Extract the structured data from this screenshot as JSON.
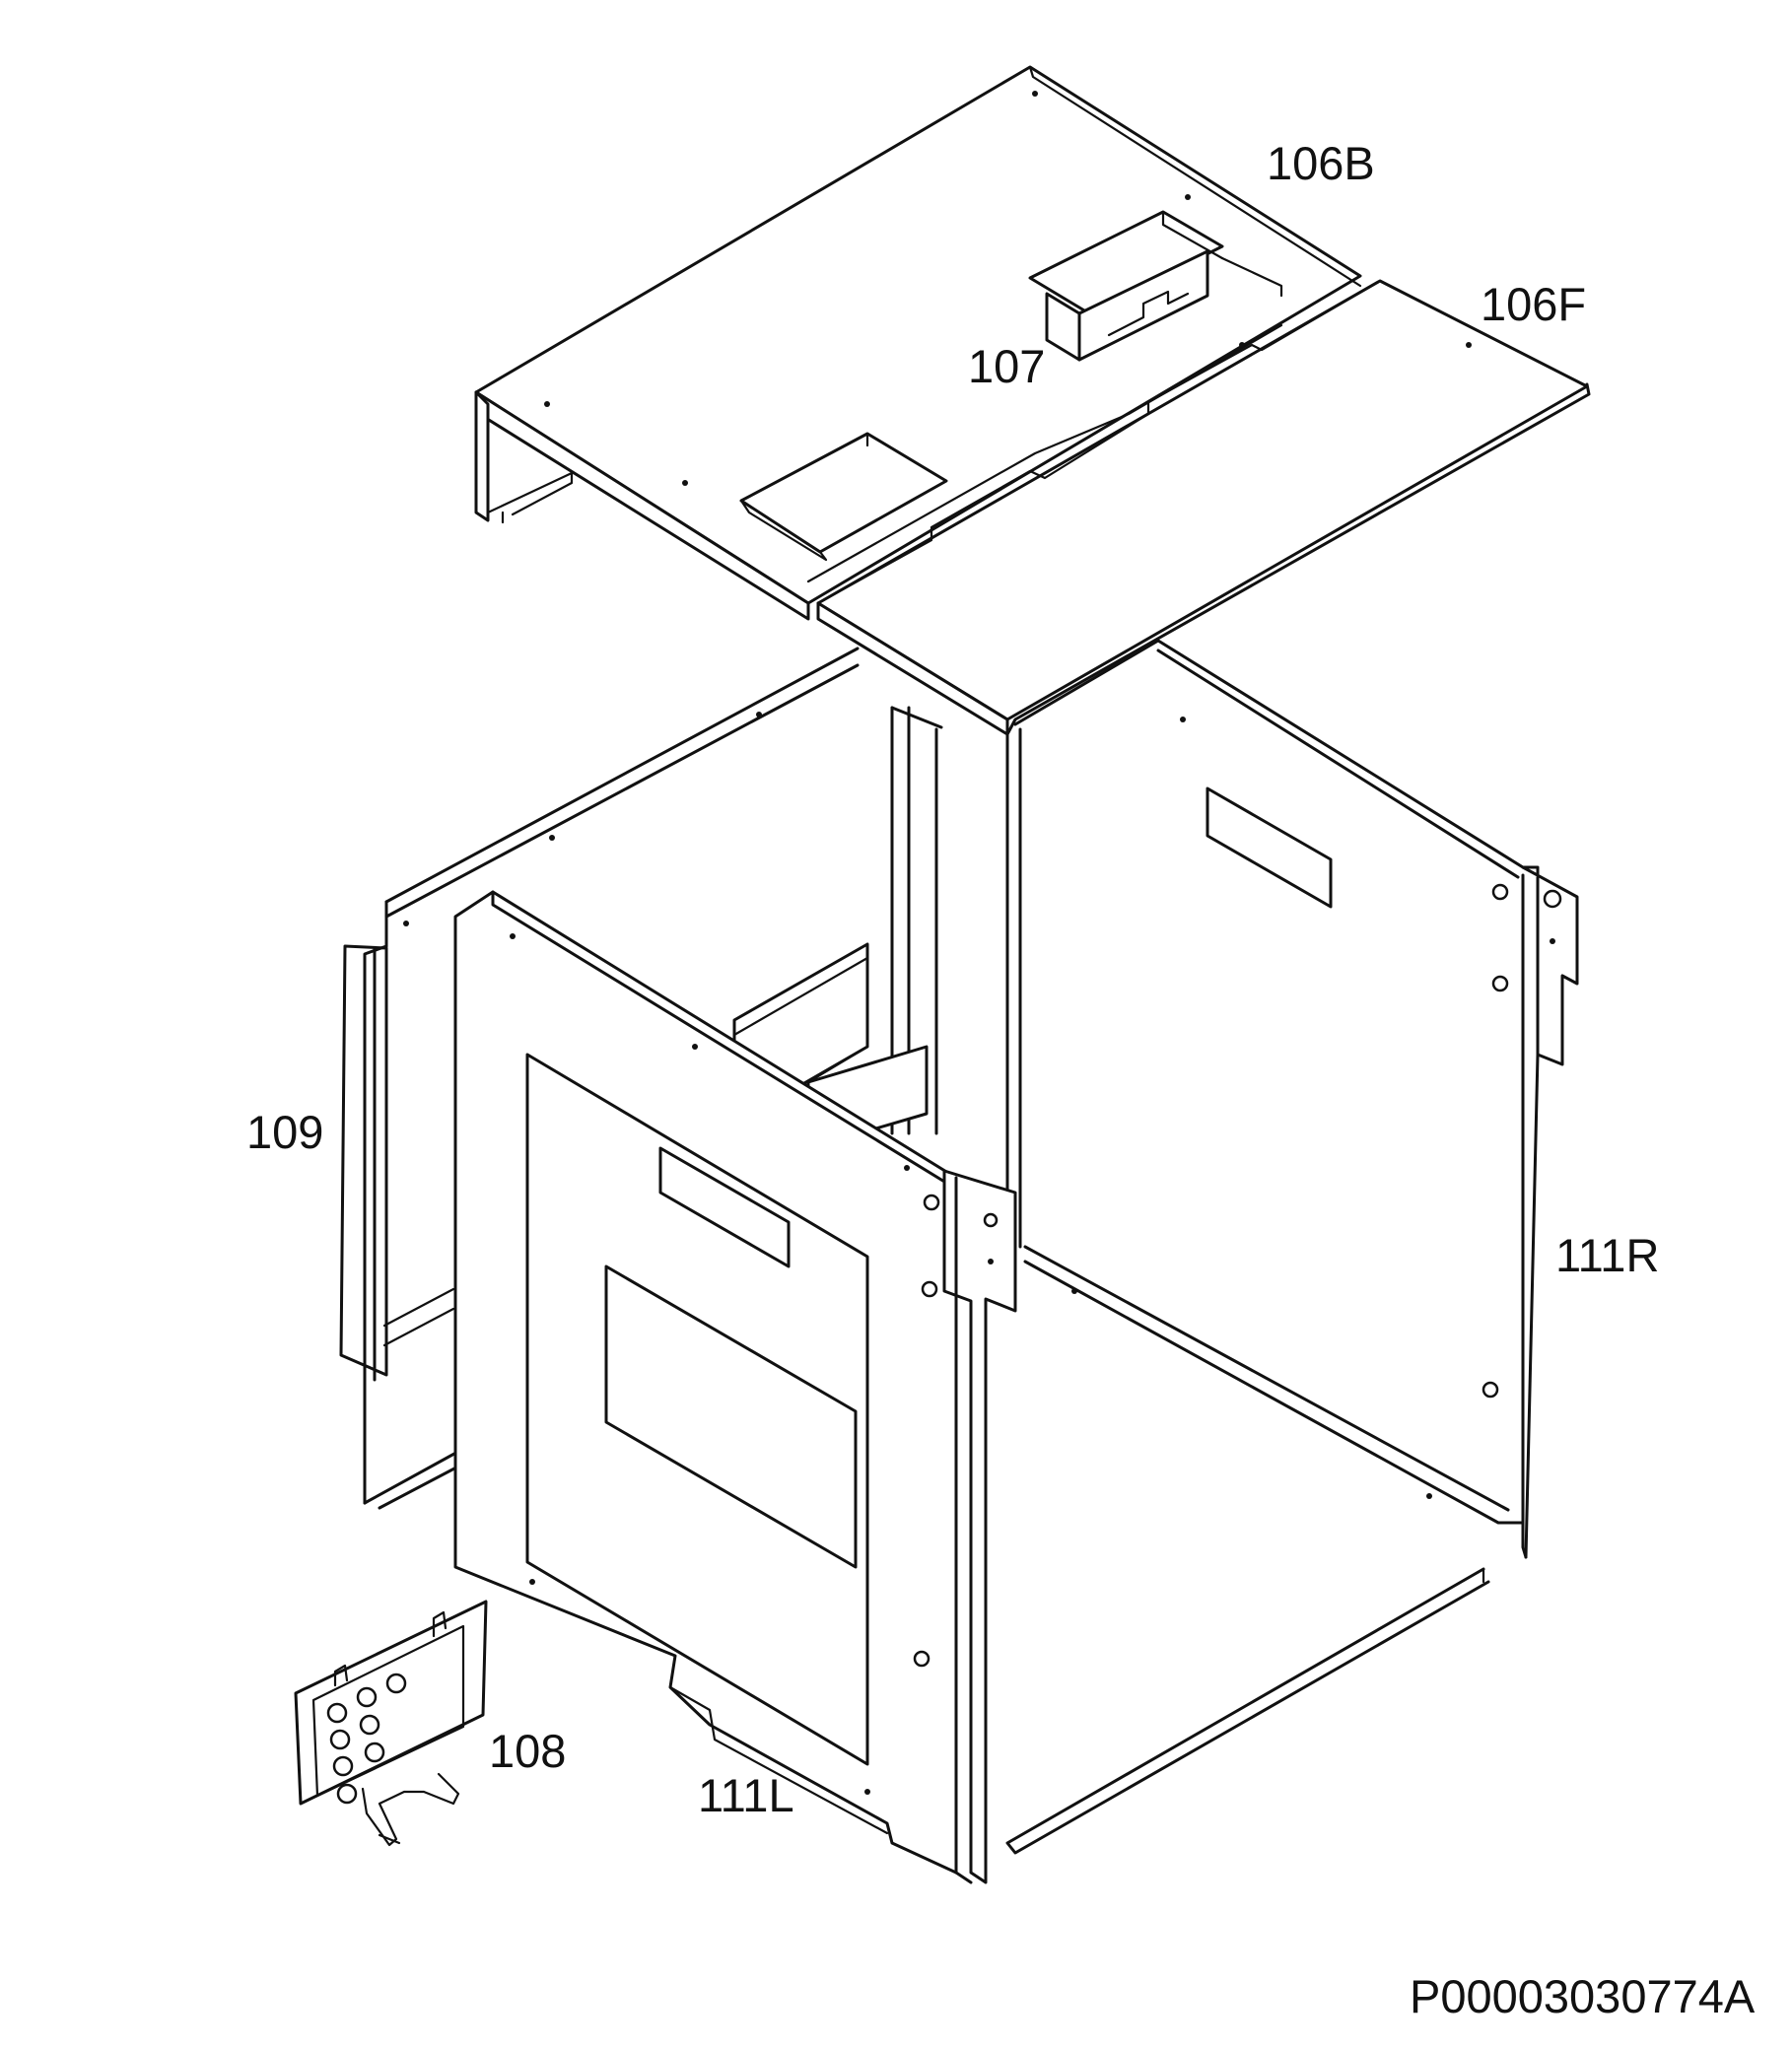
{
  "diagram": {
    "drawing_code": "P00003030774A",
    "parts": [
      {
        "id": "106B",
        "label": "106B"
      },
      {
        "id": "106F",
        "label": "106F"
      },
      {
        "id": "107",
        "label": "107"
      },
      {
        "id": "108",
        "label": "108"
      },
      {
        "id": "109",
        "label": "109"
      },
      {
        "id": "111L",
        "label": "111L"
      },
      {
        "id": "111R",
        "label": "111R"
      }
    ]
  }
}
